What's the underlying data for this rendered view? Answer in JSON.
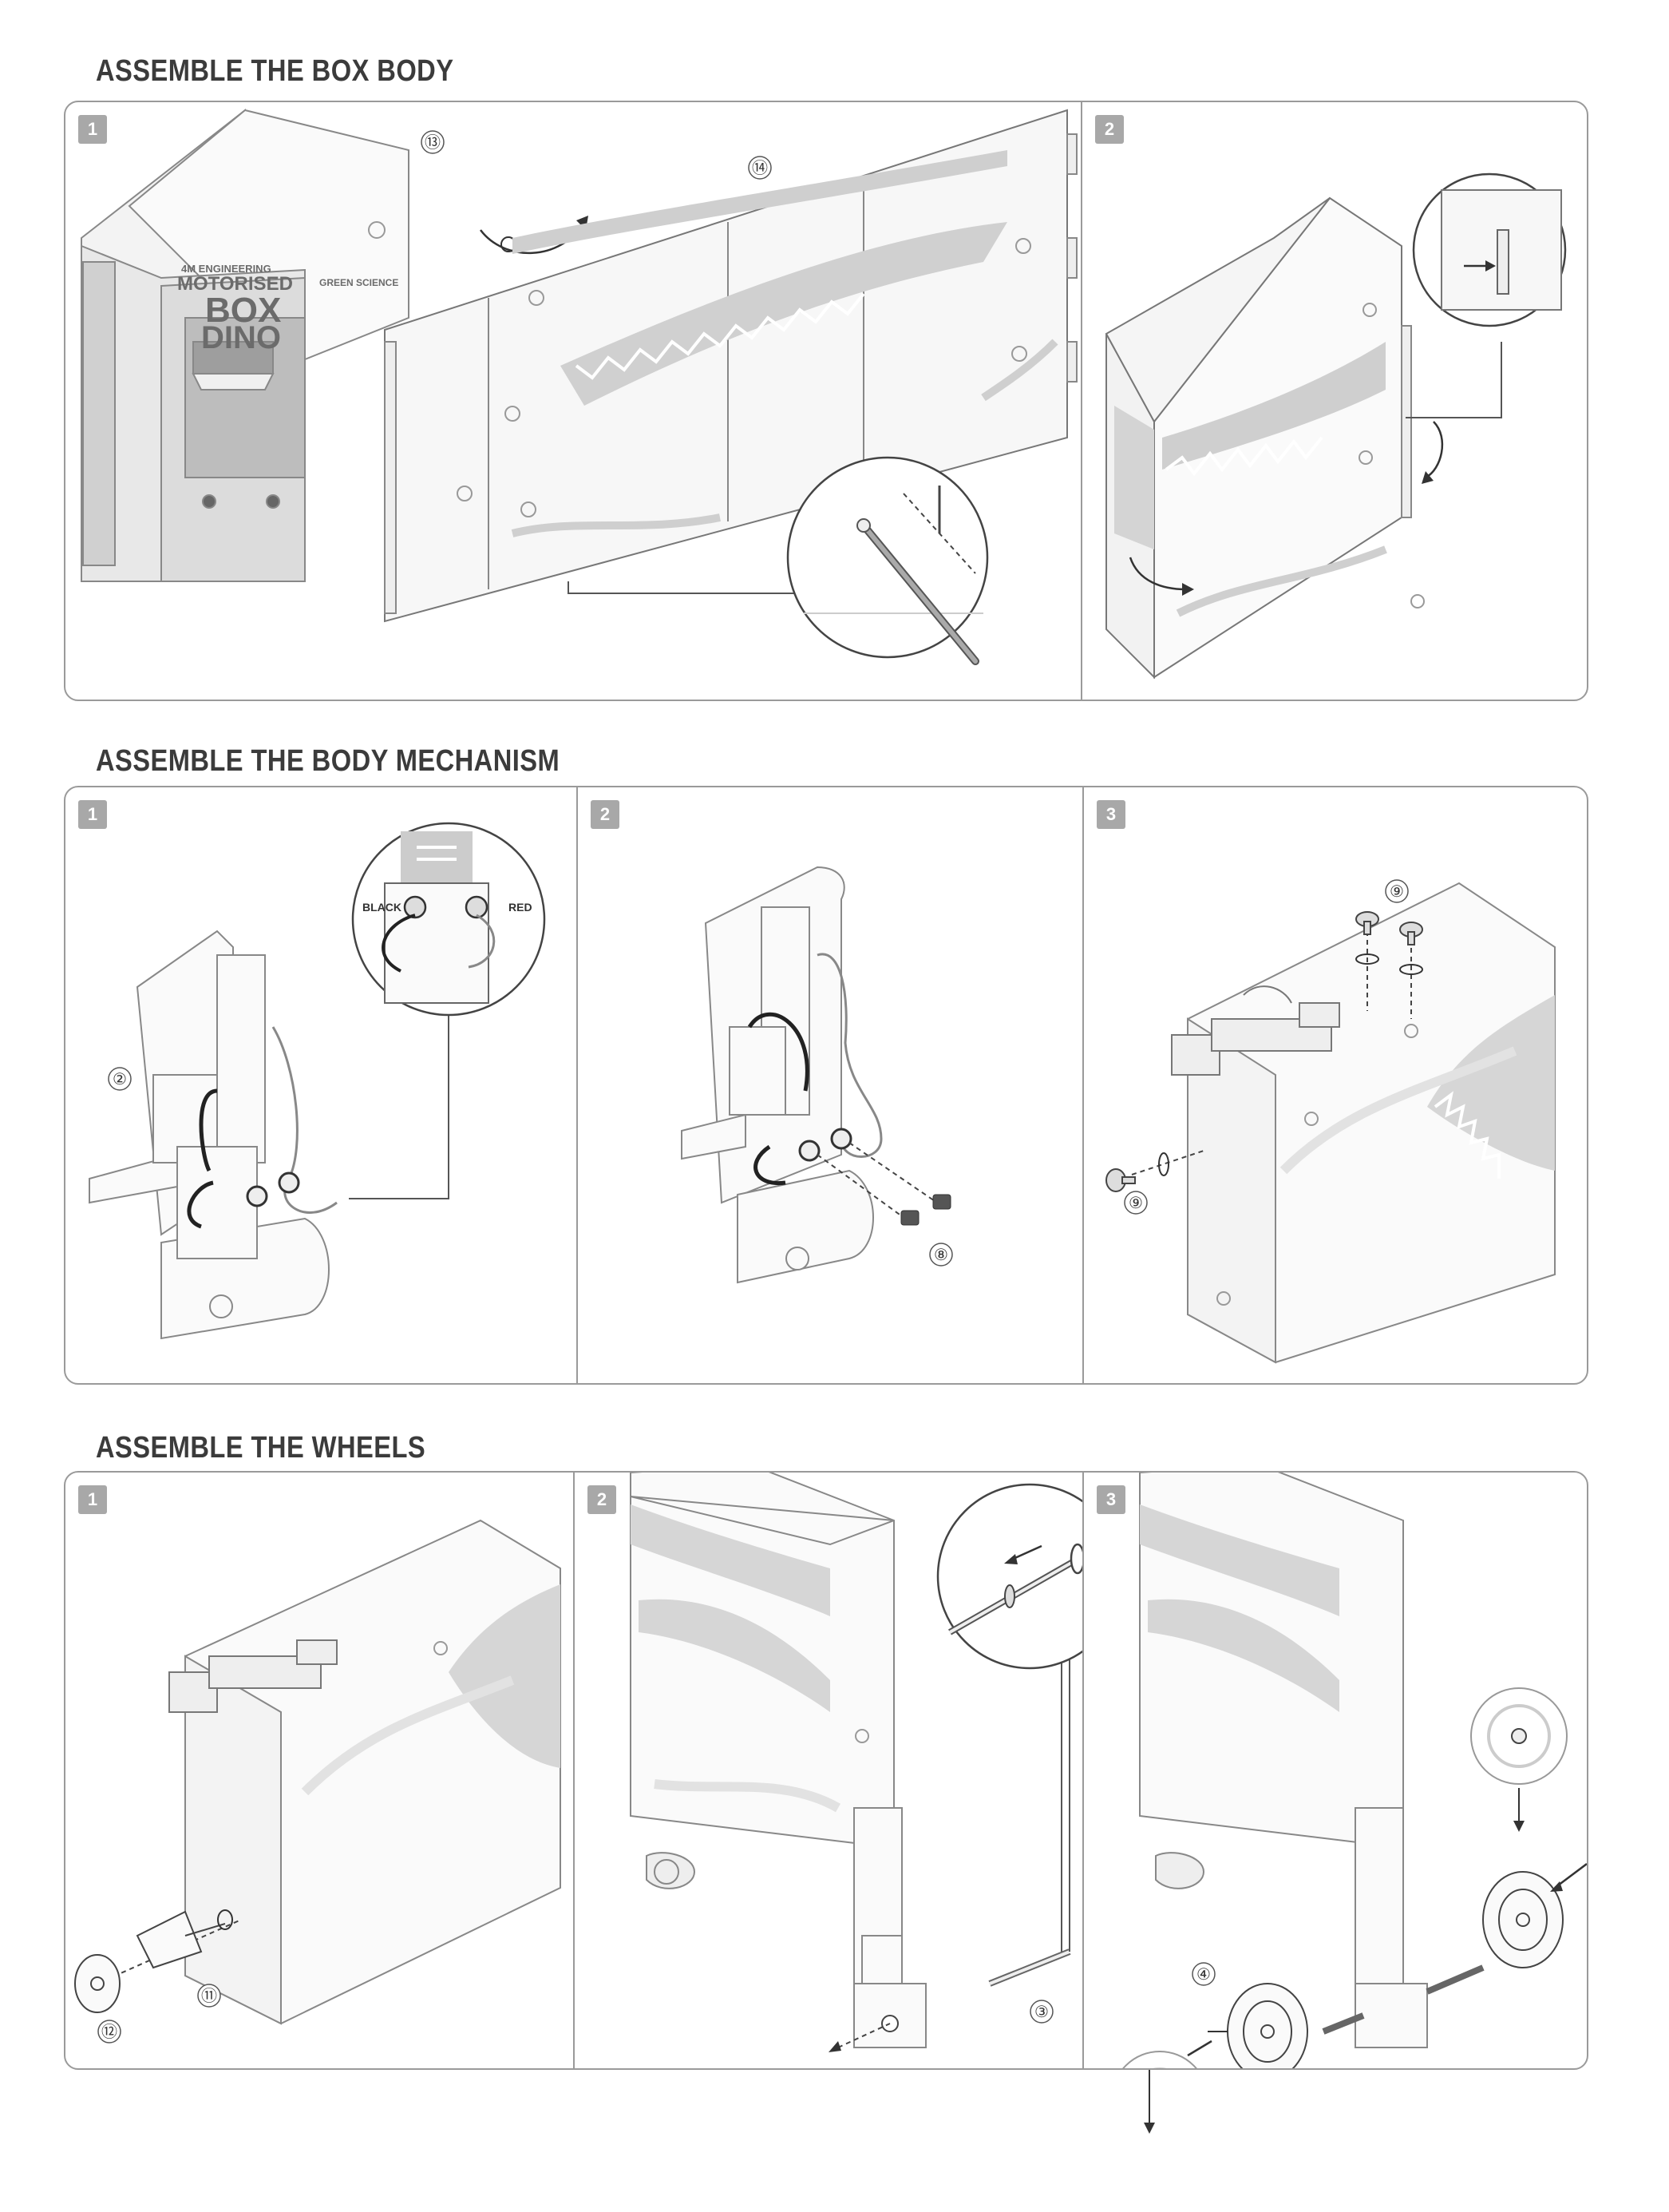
{
  "sections": [
    {
      "title": "ASSEMBLE THE BOX BODY",
      "steps": [
        {
          "badge": "1",
          "parts": [
            "⑬",
            "⑭"
          ]
        },
        {
          "badge": "2"
        }
      ]
    },
    {
      "title": "ASSEMBLE THE BODY MECHANISM",
      "steps": [
        {
          "badge": "1",
          "parts": [
            "②"
          ],
          "labels": {
            "black": "BLACK",
            "red": "RED"
          }
        },
        {
          "badge": "2",
          "parts": [
            "⑧"
          ]
        },
        {
          "badge": "3",
          "parts": [
            "⑨",
            "⑨"
          ]
        }
      ]
    },
    {
      "title": "ASSEMBLE THE WHEELS",
      "steps": [
        {
          "badge": "1",
          "parts": [
            "⑪",
            "⑫"
          ]
        },
        {
          "badge": "2",
          "parts": [
            "③"
          ]
        },
        {
          "badge": "3",
          "parts": [
            "④"
          ]
        }
      ]
    }
  ],
  "product_box": {
    "series": "4M ENGINEERING",
    "line1": "MOTORISED",
    "line2": "BOX",
    "line3": "DINO",
    "brand": "GREEN SCIENCE"
  },
  "colors": {
    "frame": "#9a9a9a",
    "badge": "#a8a8a8",
    "title": "#3b3b3b",
    "shade": "#d6d6d6"
  }
}
